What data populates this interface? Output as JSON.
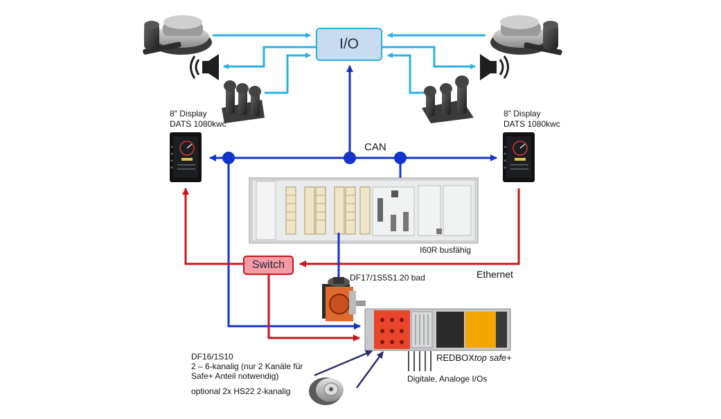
{
  "io": {
    "label": "I/O"
  },
  "switch": {
    "label": "Switch"
  },
  "bus": {
    "can": "CAN",
    "ethernet": "Ethernet"
  },
  "display_left": {
    "line1": "8″ Display",
    "line2": "DATS 1080kwc"
  },
  "display_right": {
    "line1": "8″ Display",
    "line2": "DATS 1080kwc"
  },
  "rack": {
    "label": "I60R busfähig"
  },
  "encoder_top": {
    "label": "DF17/1S5S1.20 bad"
  },
  "redbox": {
    "label_main": "REDBOX",
    "label_italic": "top safe+"
  },
  "ios": {
    "label": "Digitale, Analoge I/Os"
  },
  "df16": {
    "line1": "DF16/1S10",
    "line2": "2 – 6-kanalig (nur 2 Kanäle für",
    "line3": "Safe+ Anteil notwendig)",
    "line4": "optional 2x HS22 2-kanalig"
  },
  "colors": {
    "can_blue": "#1234c8",
    "signal_cyan": "#28b0e6",
    "ethernet_red": "#c8141c",
    "io_fill": "#c9dcef",
    "switch_fill": "#f49ba4",
    "arrow_navy": "#2a2f6e",
    "redbox_orange": "#f5a500"
  },
  "icons": [
    "joystick-icon",
    "speaker-icon",
    "master-controller-icon",
    "display-icon",
    "rack-icon",
    "encoder-icon",
    "redbox-icon",
    "handwheel-icon"
  ]
}
